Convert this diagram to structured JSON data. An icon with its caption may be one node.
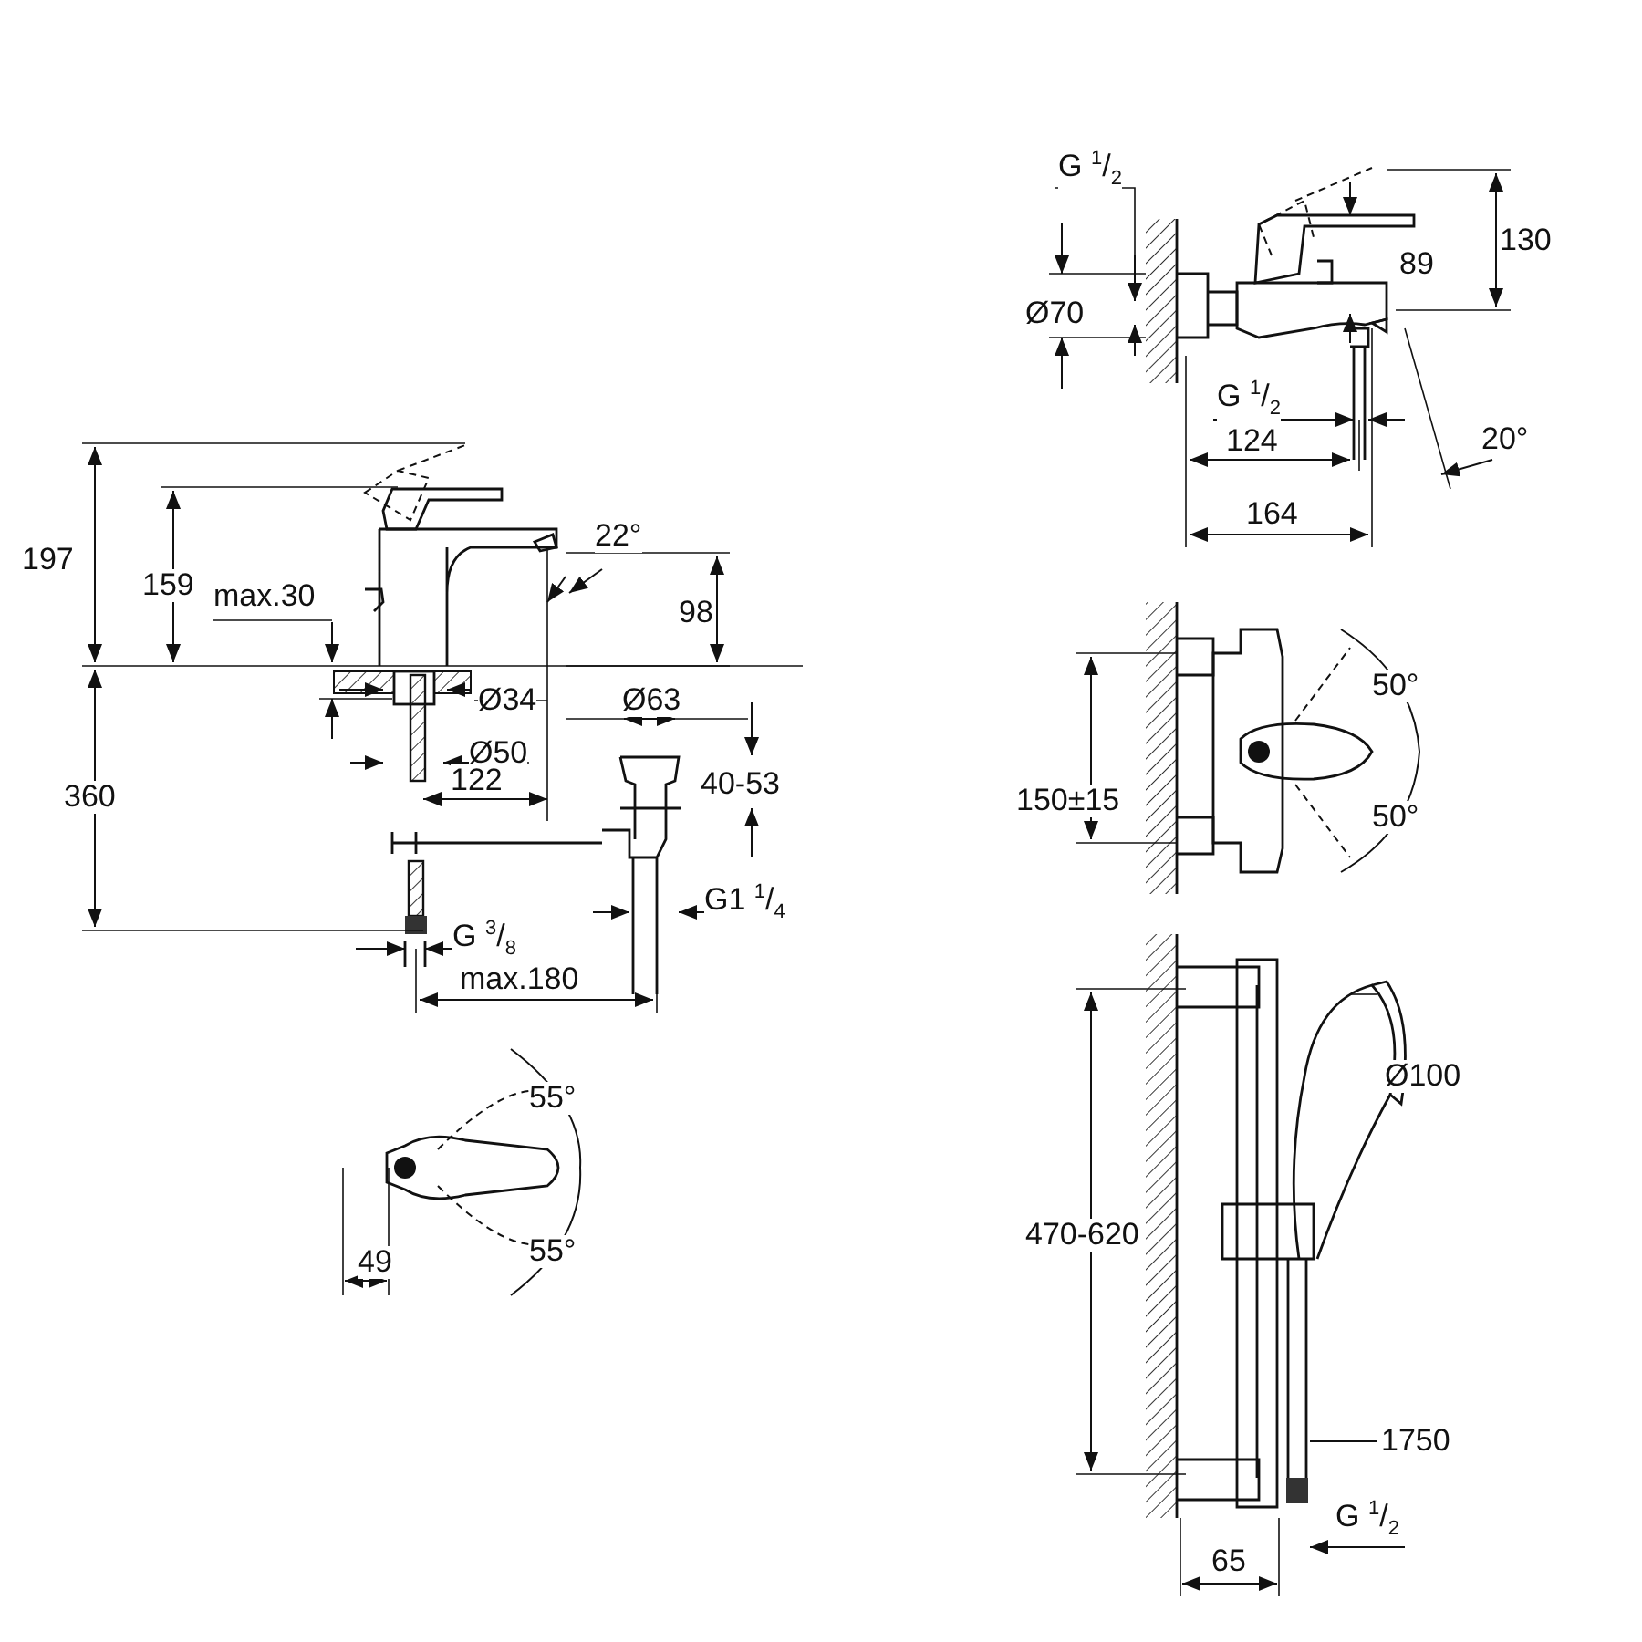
{
  "diagram": {
    "nodes": [
      {
        "text": [
          "1750"
        ]
      },
      {
        "text": [],
        "shape": "picture"
      }
    ],
    "edges": [
      {
        "from": 0,
        "to": 1,
        "arrow": "none"
      }
    ],
    "labels": [
      "G $^{1}$/$_{2}$",
      "130",
      "89",
      "Ø70",
      "G $^{1}$/$_{2}$",
      "20°",
      "124",
      "164",
      "197",
      "159",
      "max.30",
      "22°",
      "98",
      "Ø34",
      "Ø63",
      "Ø50",
      "40-53",
      "360",
      "122",
      "G1 $^{1}$/$_{4}$",
      "G $^{3}$/$_{8}$",
      "max.180",
      "50°",
      "150±15",
      "50°",
      "55°",
      "55°",
      "49",
      "Ø100",
      "470-620",
      "G $^{1}$/$_{2}$",
      "65"
    ]
  }
}
